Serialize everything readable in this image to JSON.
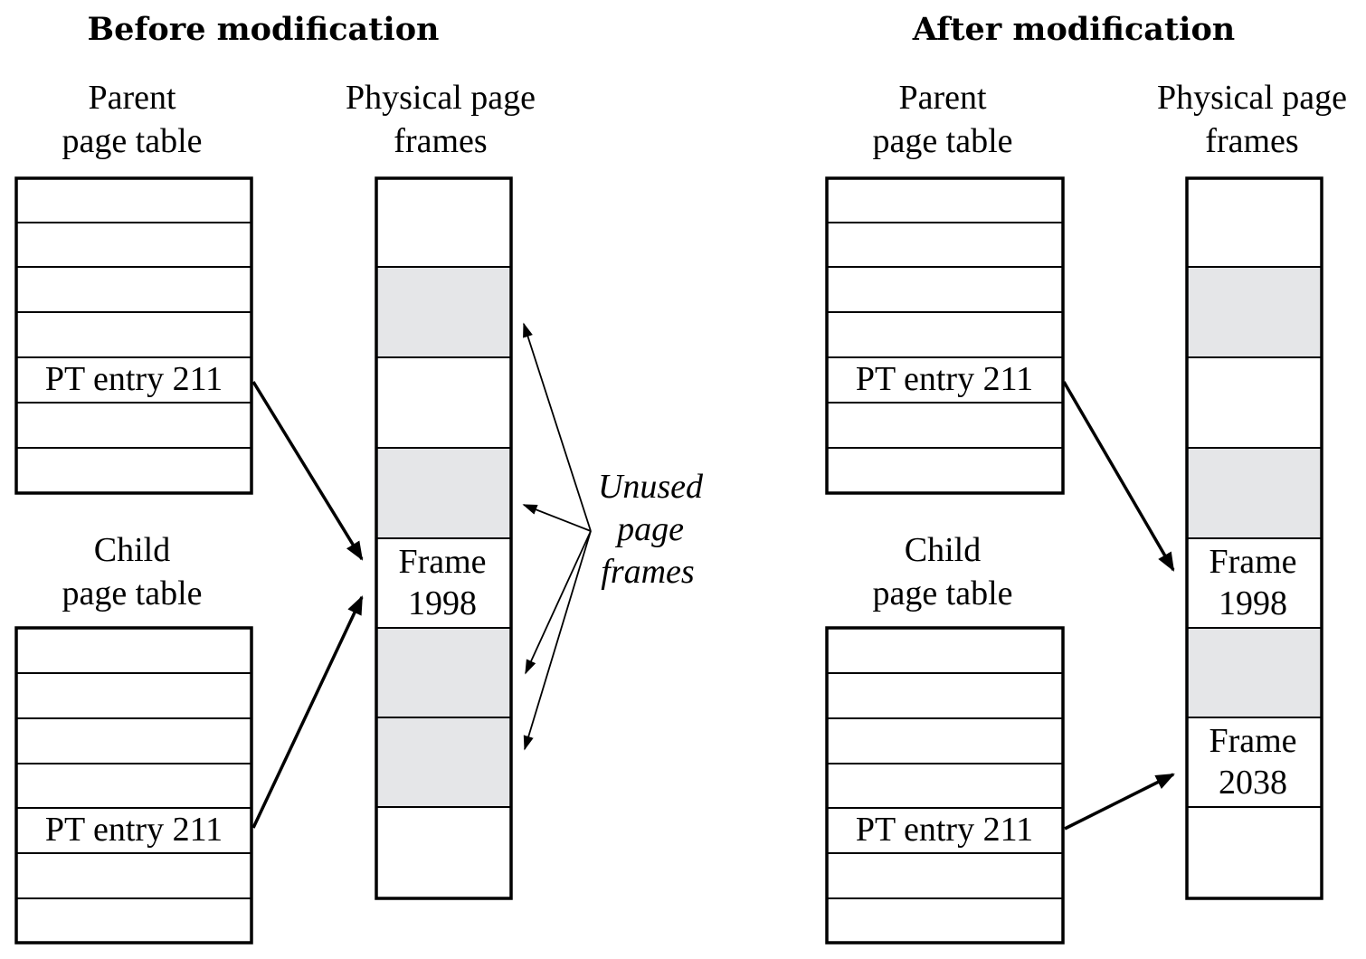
{
  "panels": {
    "before": {
      "title": "Before modification",
      "parent_label": [
        "Parent",
        "page table"
      ],
      "child_label": [
        "Child",
        "page table"
      ],
      "frames_label": [
        "Physical page",
        "frames"
      ],
      "parent_entry": "PT entry 211",
      "child_entry": "PT entry 211",
      "frame_1998": [
        "Frame",
        "1998"
      ],
      "annotation": [
        "Unused",
        "page",
        "frames"
      ]
    },
    "after": {
      "title": "After modification",
      "parent_label": [
        "Parent",
        "page table"
      ],
      "child_label": [
        "Child",
        "page table"
      ],
      "frames_label": [
        "Physical page",
        "frames"
      ],
      "parent_entry": "PT entry 211",
      "child_entry": "PT entry 211",
      "frame_1998": [
        "Frame",
        "1998"
      ],
      "frame_2038": [
        "Frame",
        "2038"
      ]
    }
  },
  "colors": {
    "unused_frame": "#e5e6e8",
    "line": "#000000"
  }
}
